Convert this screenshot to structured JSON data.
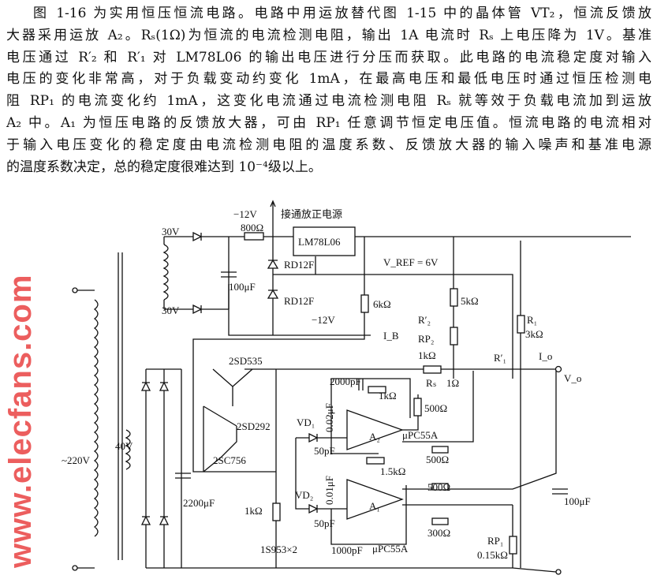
{
  "paragraph": {
    "lines": [
      "图 1-16 为实用恒压恒流电路。电路中用运放替代图 1-15 中的晶体管 VT₂，恒流反馈放",
      "大器采用运放 A₂。Rₛ(1Ω)为恒流的电流检测电阻，输出 1A 电流时 Rₛ 上电压降为 1V。基准",
      "电压通过 R′₂ 和 R′₁ 对 LM78L06 的输出电压进行分压而获取。此电路的电流稳定度对输入",
      "电压的变化非常高，对于负载变动约变化 1mA，在最高电压和最低电压时通过恒压检测电",
      "阻 RP₁ 的电流变化约 1mA，这变化电流通过电流检测电阻 Rₛ 就等效于负载电流加到运放",
      "A₂ 中。A₁ 为恒压电路的反馈放大器，可由 RP₁ 任意调节恒定电压值。恒流电路的电流相对",
      "于输入电压变化的稳定度由电流检测电阻的温度系数、反馈放大器的输入噪声和基准电源",
      "的温度系数决定，总的稳定度很难达到 10⁻⁴级以上。"
    ]
  },
  "watermark": "www.elecfans.com",
  "circuit": {
    "neg12_top": "−12V",
    "pos_supply_note": "接通放正电源",
    "r800": "800Ω",
    "regulator": "LM78L06",
    "v30_a": "30V",
    "v30_b": "30V",
    "zener1": "RD12F",
    "zener2": "RD12F",
    "c100_top": "100μF",
    "neg12_mid": "−12V",
    "r6k": "6kΩ",
    "ib": "I_B",
    "vref": "V_REF = 6V",
    "r5k": "5kΩ",
    "r2p": "R′₂",
    "rp2": "RP₂",
    "rp2_val": "1kΩ",
    "r1p": "R′₁",
    "r1": "R₁",
    "r1_val": "3kΩ",
    "io": "I_o",
    "vo": "V_o",
    "rs": "Rₛ",
    "rs_val": "1Ω",
    "ac_in": "~220V",
    "q1": "2SD535",
    "q2": "2SD292",
    "q3": "2SC756",
    "v40": "40V",
    "c2200": "2200μF",
    "r1k_left": "1kΩ",
    "diodes": "1S953×2",
    "vd1": "VD₁",
    "vd2": "VD₂",
    "a2": "A₂",
    "a1": "A₁",
    "opamp_a2": "μPC55A",
    "opamp_a1": "μPC55A",
    "c2000p": "2000pF",
    "r1k_fb": "1kΩ",
    "c002": "0.02μF",
    "c50p_a": "50pF",
    "r500_a": "500Ω",
    "r500_b": "500Ω",
    "r1k5": "1.5kΩ",
    "c001": "0.01μF",
    "r500_c": "500Ω",
    "r300": "300Ω",
    "c50p_b": "50pF",
    "c1000p": "1000pF",
    "rp1": "RP₁",
    "rp1_val": "0.15kΩ",
    "c100_out": "100μF"
  }
}
